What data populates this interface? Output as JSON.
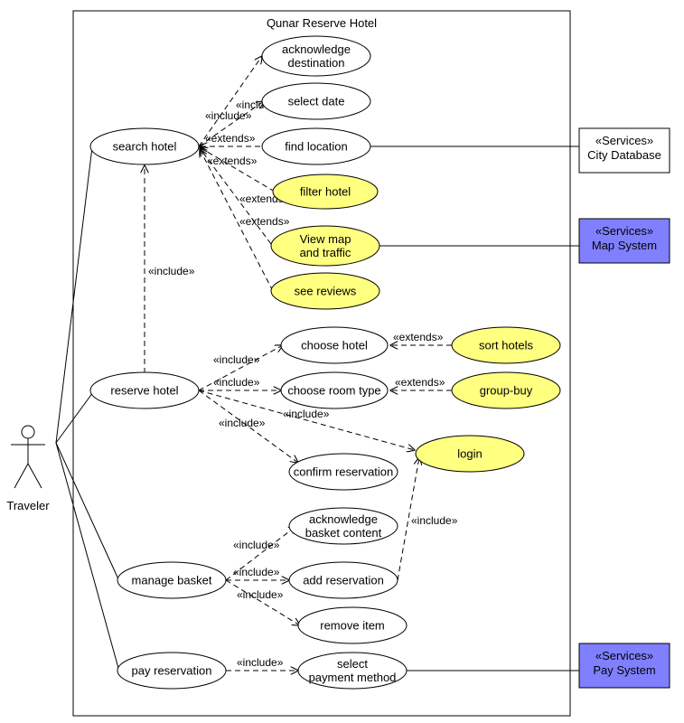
{
  "system": {
    "title": "Qunar Reserve Hotel"
  },
  "actor": {
    "name": "Traveler"
  },
  "colors": {
    "highlight": "#ffff80",
    "plain": "#ffffff",
    "service": "#8080ff"
  },
  "use_cases": {
    "acknowledge_destination": [
      "acknowledge",
      "destination"
    ],
    "select_date": [
      "select date"
    ],
    "search_hotel": [
      "search hotel"
    ],
    "find_location": [
      "find location"
    ],
    "filter_hotel": [
      "filter hotel"
    ],
    "view_map": [
      "View map",
      "and traffic"
    ],
    "see_reviews": [
      "see reviews"
    ],
    "reserve_hotel": [
      "reserve hotel"
    ],
    "choose_hotel": [
      "choose hotel"
    ],
    "sort_hotels": [
      "sort hotels"
    ],
    "choose_room_type": [
      "choose room type"
    ],
    "group_buy": [
      "group-buy"
    ],
    "login": [
      "login"
    ],
    "confirm_reservation": [
      "confirm reservation"
    ],
    "acknowledge_basket": [
      "acknowledge",
      "basket content"
    ],
    "manage_basket": [
      "manage basket"
    ],
    "add_reservation": [
      "add reservation"
    ],
    "remove_item": [
      "remove item"
    ],
    "pay_reservation": [
      "pay reservation"
    ],
    "select_payment": [
      "select",
      "payment method"
    ]
  },
  "services": {
    "city_database": [
      "«Services»",
      "City Database"
    ],
    "map_system": [
      "«Services»",
      "Map System"
    ],
    "pay_system": [
      "«Services»",
      "Pay System"
    ]
  },
  "labels": {
    "include": "«include»",
    "extends": "«extends»"
  }
}
